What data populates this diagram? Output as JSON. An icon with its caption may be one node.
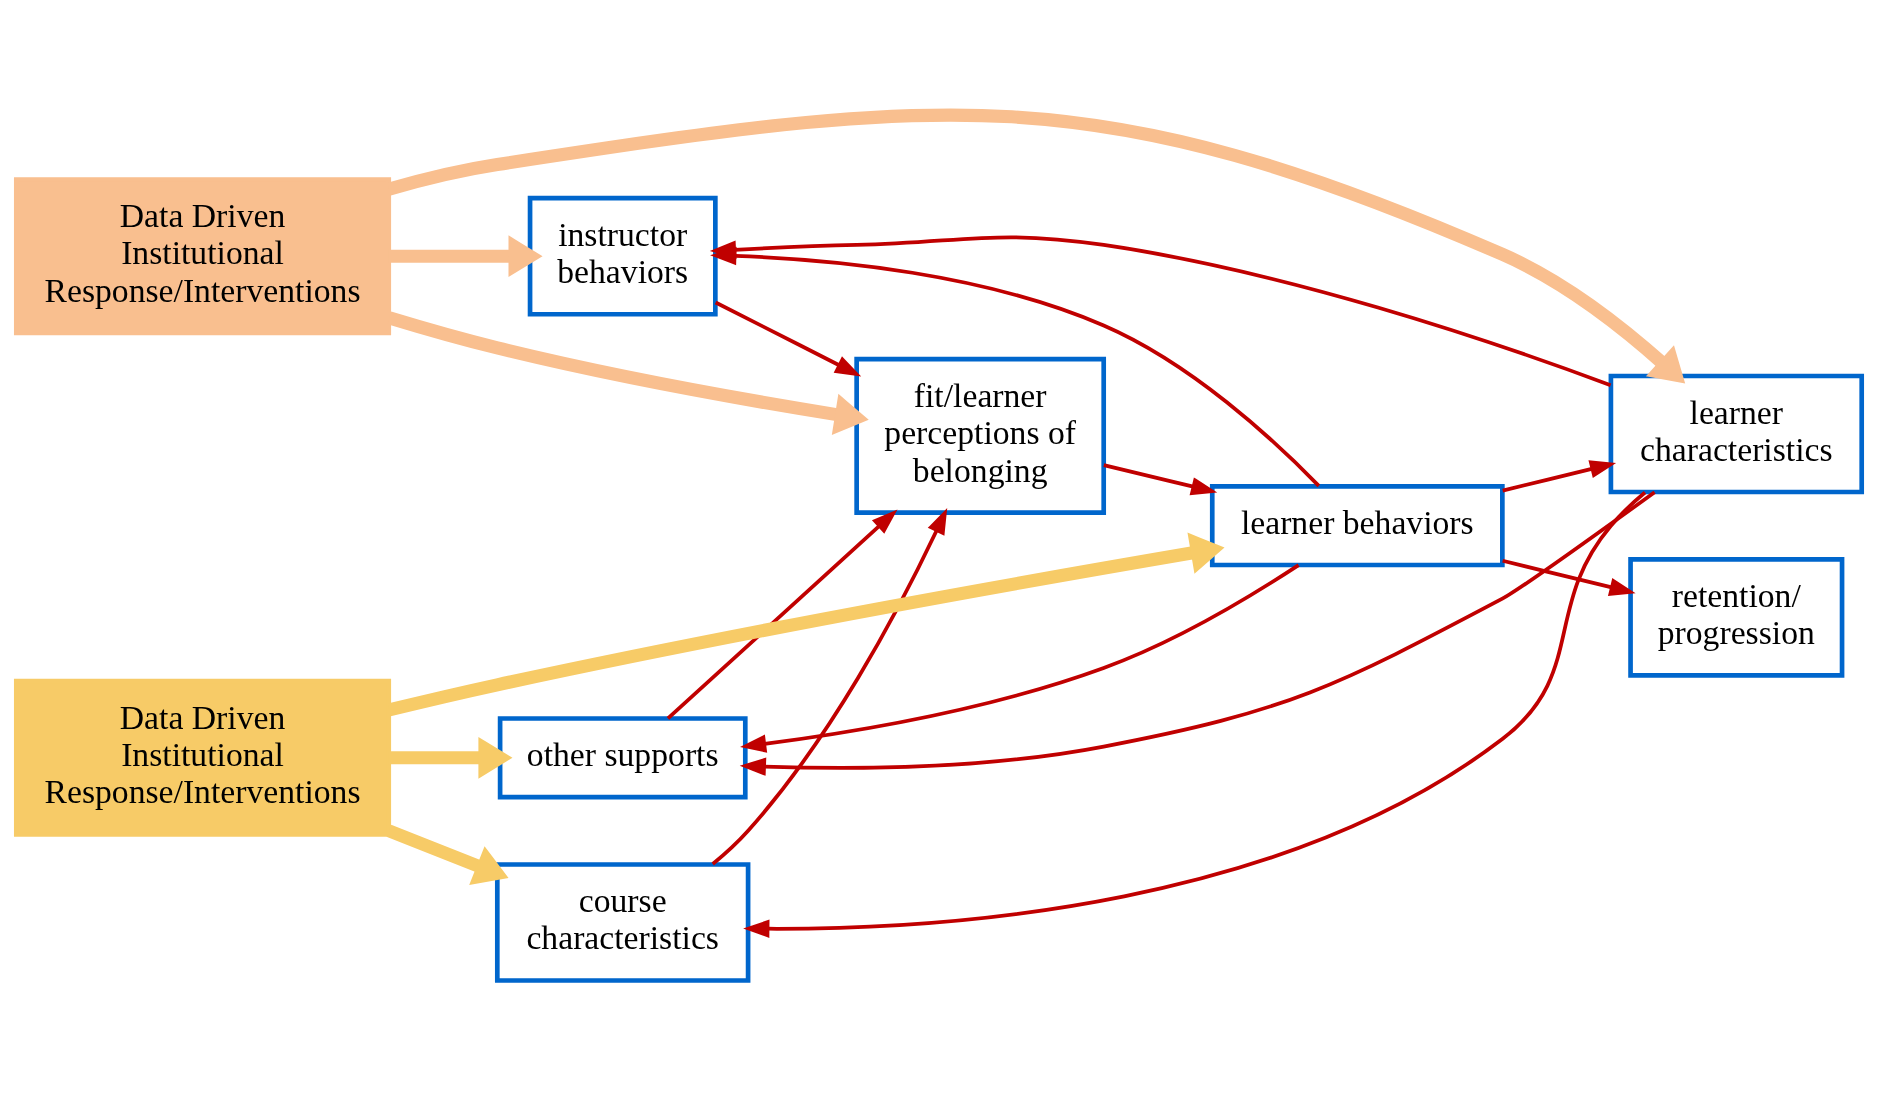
{
  "diagram": {
    "nodes": [
      {
        "text": [
          "Data Driven Institutional Response/Interventions"
        ]
      },
      {
        "text": [
          "instructor behaviors"
        ]
      },
      {
        "text": [
          "learner characteristics"
        ]
      },
      {
        "text": [
          "course characteristics"
        ]
      },
      {
        "text": [
          "fit/learner perceptions of belonging"
        ]
      },
      {
        "text": [
          "learner behaviors"
        ]
      },
      {
        "text": [
          "retention/ progression"
        ]
      },
      {
        "text": [
          "other supports"
        ]
      },
      {
        "text": [
          "Data Driven Institutional Response/Interventions"
        ]
      }
    ],
    "edges": [
      {
        "from": 2,
        "to": 1,
        "arrow": "to"
      },
      {
        "from": 2,
        "to": 3,
        "arrow": "to"
      },
      {
        "from": 2,
        "to": 7,
        "arrow": "to"
      },
      {
        "from": 1,
        "to": 4,
        "arrow": "to"
      },
      {
        "from": 3,
        "to": 4,
        "arrow": "to"
      },
      {
        "from": 7,
        "to": 4,
        "arrow": "to"
      },
      {
        "from": 4,
        "to": 5,
        "arrow": "to"
      },
      {
        "from": 5,
        "to": 6,
        "arrow": "to"
      },
      {
        "from": 5,
        "to": 1,
        "arrow": "to"
      },
      {
        "from": 5,
        "to": 7,
        "arrow": "to"
      },
      {
        "from": 5,
        "to": 2,
        "arrow": "to"
      },
      {
        "from": 0,
        "to": 1,
        "arrow": "to",
        "style": "thick",
        "color": "#f9bf8f"
      },
      {
        "from": 0,
        "to": 2,
        "arrow": "to",
        "style": "thick",
        "color": "#f9bf8f"
      },
      {
        "from": 0,
        "to": 4,
        "arrow": "to",
        "style": "thick",
        "color": "#f9bf8f"
      },
      {
        "from": 8,
        "to": 3,
        "arrow": "to",
        "style": "thick",
        "color": "#f7cb67"
      },
      {
        "from": 8,
        "to": 7,
        "arrow": "to",
        "style": "thick",
        "color": "#f7cb67"
      },
      {
        "from": 8,
        "to": 5,
        "arrow": "to",
        "style": "thick",
        "color": "#f7cb67"
      }
    ]
  }
}
